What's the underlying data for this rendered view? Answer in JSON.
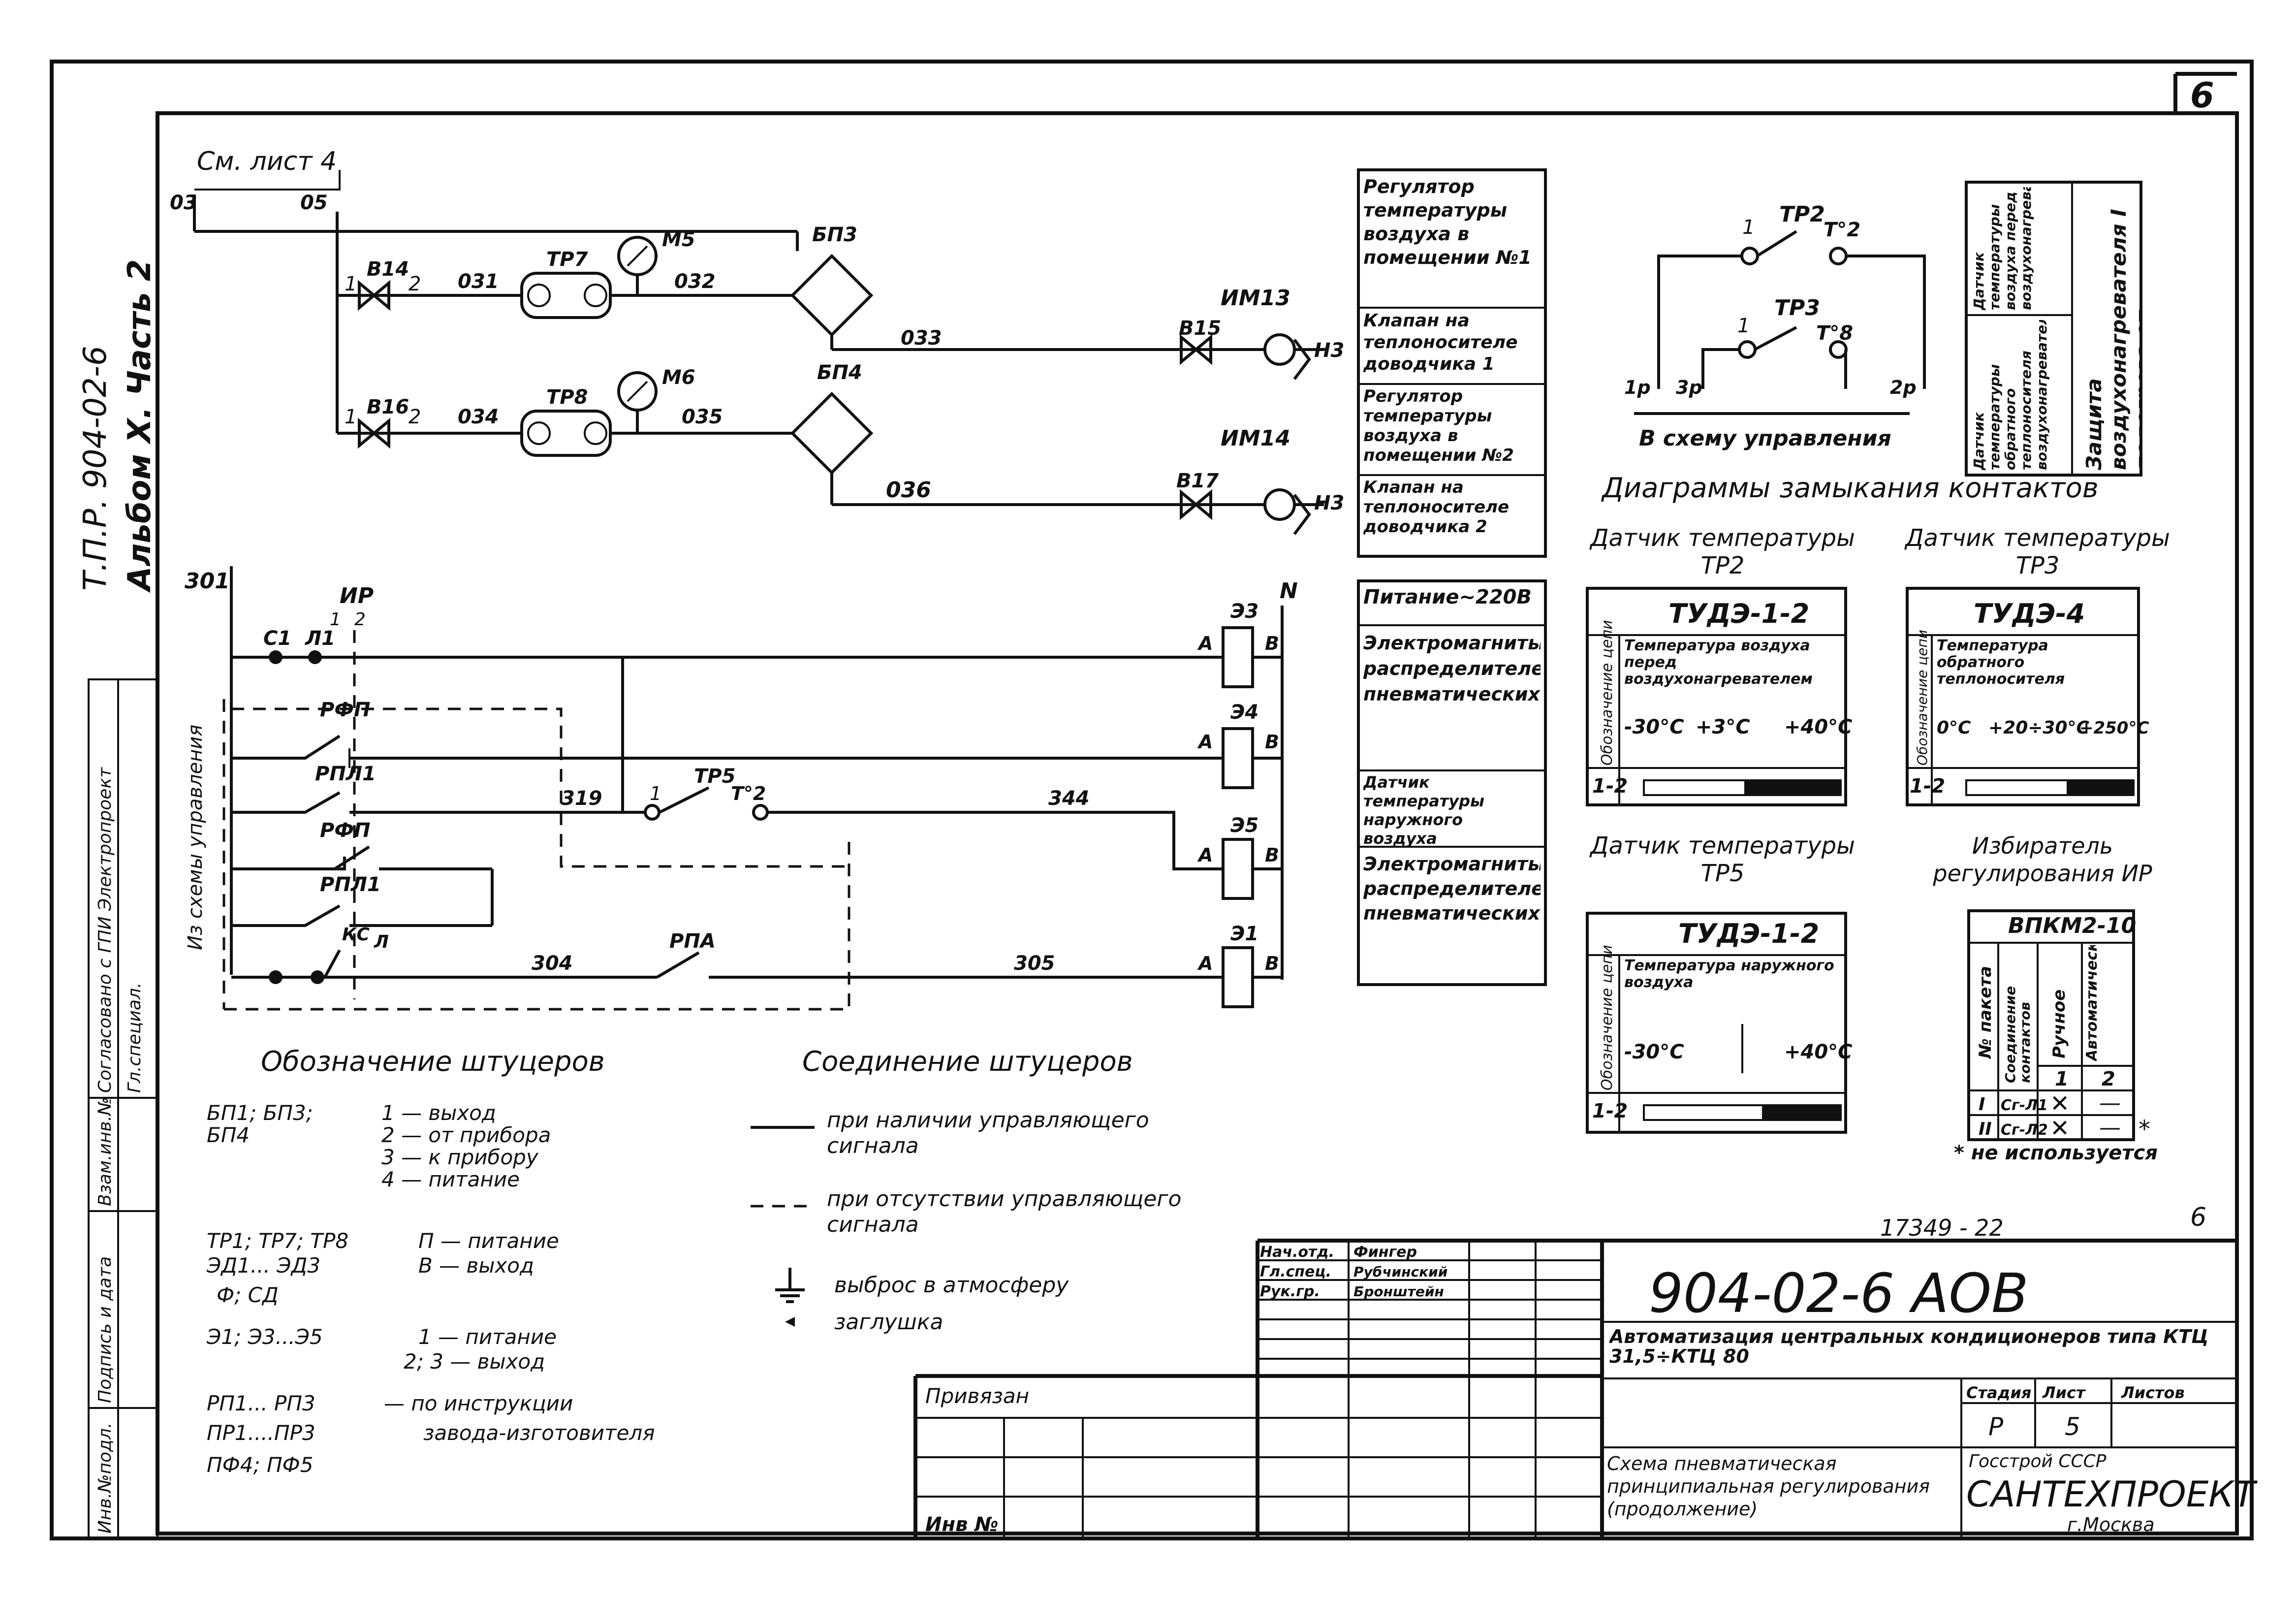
{
  "sheet": {
    "page_number": "6",
    "album": "Т.П.Р. 904-02-6",
    "album_part": "Альбом X. Часть 2",
    "see_sheet": "См. лист 4"
  },
  "pneumatic": {
    "nodes": [
      "03",
      "05",
      "031",
      "032",
      "033",
      "034",
      "035",
      "036"
    ],
    "valves": [
      "В14",
      "В16",
      "В15",
      "В17"
    ],
    "regulators": [
      "ТР7",
      "ТР8"
    ],
    "manometers": [
      "М5",
      "М6"
    ],
    "blocks": [
      "БП3",
      "БП4"
    ],
    "actuators": [
      "ИМ13",
      "ИМ14"
    ],
    "nh_label": "Н3",
    "port_1": "1",
    "port_2": "2",
    "port_3": "3",
    "port_4": "4",
    "port_p": "П",
    "port_v": "В"
  },
  "right_table": [
    "Регулятор температуры воздуха в помещении №1",
    "Клапан на теплоносителе доводчика 1",
    "Регулятор температуры воздуха в помещении №2",
    "Клапан на теплоносителе доводчика 2",
    "Питание~220В",
    "Электромагниты распределителей пневматических",
    "Датчик температуры наружного воздуха",
    "Электромагниты распределителей пневматических"
  ],
  "electric": {
    "wire_301": "301",
    "wire_N": "N",
    "wire_319": "319",
    "wire_344": "344",
    "wire_304": "304",
    "wire_305": "305",
    "c1": "С1",
    "l1": "Л1",
    "ip": "ИР",
    "ip_1": "1",
    "ip_2": "2",
    "rfp1": "РФП",
    "rpl1": "РПЛ1",
    "rfp2": "РФП",
    "rpl2": "РПЛ1",
    "ks": "КС",
    "ks_l": "Л",
    "rpa": "РПА",
    "tp5": "ТР5",
    "tp5_1": "1",
    "tp5_2": "Т°2",
    "vertical_label": "Из схемы управления",
    "coil_A": "А",
    "coil_B": "В",
    "coils": [
      "Э3",
      "Э4",
      "Э5",
      "Э1"
    ]
  },
  "contact_circuit": {
    "tp2": "ТР2",
    "tp3": "ТР3",
    "c1": "1",
    "c2": "Т°2",
    "c3": "1",
    "c4": "Т°8",
    "p1": "1р",
    "p3": "3р",
    "p2": "2р",
    "caption": "В схему управления"
  },
  "protection_box": [
    "Датчик температуры воздуха перед воздухонагревателем",
    "Датчик температуры обратного теплоносителя воздухонагревателя",
    "Защита воздухонагревателя I подогрева от замерзания"
  ],
  "diagrams": {
    "title": "Диаграммы замыкания контактов",
    "tp2": {
      "heading": "Датчик температуры ТР2",
      "model": "ТУДЭ-1-2",
      "row_label": "Обозначение цепи",
      "desc": "Температура воздуха перед воздухонагревателем",
      "scale": [
        "-30°С",
        "+3°С",
        "+40°С"
      ],
      "circuit": "1-2",
      "fill_fraction": 0.49
    },
    "tp3": {
      "heading": "Датчик температуры ТР3",
      "model": "ТУДЭ-4",
      "row_label": "Обозначение цепи",
      "desc": "Температура обратного теплоносителя",
      "scale": [
        "0°С",
        "+20÷30°С",
        "+250°С"
      ],
      "circuit": "1-2",
      "fill_fraction": 0.4
    },
    "tp5": {
      "heading": "Датчик температуры ТР5",
      "model": "ТУДЭ-1-2",
      "row_label": "Обозначение цепи",
      "desc": "Температура наружного воздуха",
      "scale": [
        "-30°С",
        "+40°С"
      ],
      "circuit": "1-2",
      "fill_fraction": 0.4
    },
    "selector": {
      "heading": "Избиратель регулирования ИР",
      "model": "ВПКМ2-10",
      "cols": [
        "№ пакета",
        "Соединение контактов",
        "Ручное",
        "Автоматическое"
      ],
      "col_nums": [
        "1",
        "2"
      ],
      "rows": [
        {
          "n": "I",
          "conn": "Сг-Л1",
          "manual": "✕",
          "auto": "—"
        },
        {
          "n": "II",
          "conn": "Сг-Л2",
          "manual": "✕",
          "auto": "—"
        }
      ],
      "star": "*",
      "note": "* не используется"
    }
  },
  "legend": {
    "fittings_title": "Обозначение штуцеров",
    "fittings": [
      [
        "БП1; БП3;",
        "1 — выход"
      ],
      [
        "БП4",
        "2 — от прибора"
      ],
      [
        "",
        "3 — к прибору"
      ],
      [
        "",
        "4 — питание"
      ],
      [
        "ТР1; ТР7; ТР8",
        "П — питание"
      ],
      [
        "ЭД1... ЭД3",
        "В — выход"
      ],
      [
        "Ф; СД",
        ""
      ],
      [
        "Э1; Э3...Э5",
        "1 — питание"
      ],
      [
        "",
        "2; 3 — выход"
      ],
      [
        "РП1... РП3",
        "— по инструкции"
      ],
      [
        "ПР1....ПР3",
        "завода-изготовителя"
      ],
      [
        "ПФ4; ПФ5",
        ""
      ]
    ],
    "connections_title": "Соединение штуцеров",
    "conn_solid": "при наличии управляющего сигнала",
    "conn_dashed": "при отсутствии управляющего сигнала",
    "vent": "выброс в атмосферу",
    "plug": "заглушка"
  },
  "stamp": {
    "doc_number": "17349 - 22",
    "sheet_num_top": "6",
    "code": "904-02-6 АОВ",
    "project_title": "Автоматизация центральных кондиционеров типа КТЦ 31,5÷КТЦ 80",
    "sheet_title": "Схема пневматическая принципиальная регулирования (продолжение)",
    "roles": [
      {
        "role": "Нач.отд.",
        "name": "Фингер"
      },
      {
        "role": "Гл.спец.",
        "name": "Рубчинский"
      },
      {
        "role": "Рук.гр.",
        "name": "Бронштейн"
      }
    ],
    "stage_h": "Стадия",
    "sheet_h": "Лист",
    "sheets_h": "Листов",
    "stage": "Р",
    "sheet": "5",
    "org_top": "Госстрой СССР",
    "org": "САНТЕХПРОЕКТ",
    "city": "г.Москва",
    "tied": "Привязан",
    "inv": "Инв №"
  },
  "side_stamp": [
    "Согласовано с ГПИ Электропроект",
    "Гл.специал.",
    "Взам.инв.№",
    "Подпись и дата",
    "Инв.№подл."
  ]
}
